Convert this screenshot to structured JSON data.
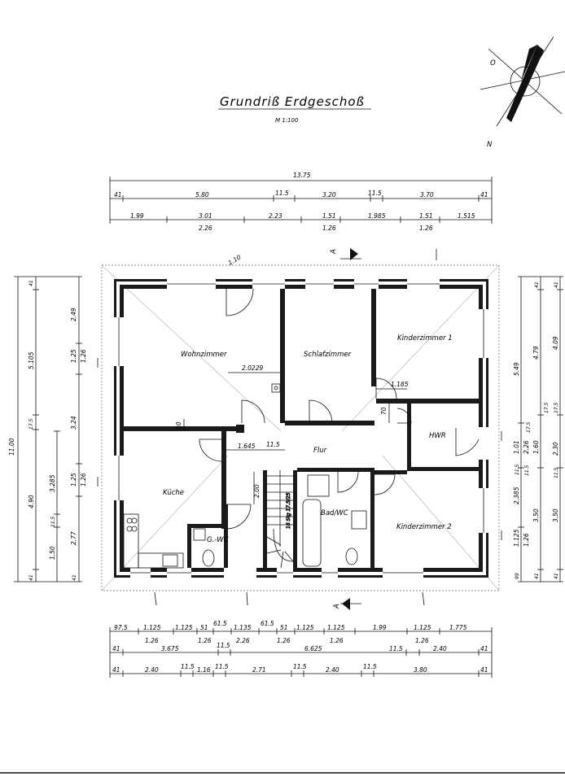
{
  "header": {
    "title": "Grundriß Erdgeschoß",
    "scale": "M 1:100"
  },
  "compass": {
    "north_label": "N",
    "o_label": "O"
  },
  "rooms": {
    "wohnzimmer": "Wohnzimmer",
    "schlafzimmer": "Schlafzimmer",
    "kinderzimmer1": "Kinderzimmer 1",
    "hwr": "HWR",
    "flur": "Flur",
    "kueche": "Küche",
    "gwc": "G.-WC",
    "badwc": "Bad/WC",
    "kinderzimmer2": "Kinderzimmer 2"
  },
  "section_marks": {
    "top": "A",
    "bottom": "A"
  },
  "top_dims": {
    "total": "13.75",
    "row2": [
      "41",
      "5.80",
      "11.5",
      "3.20",
      "11.5",
      "3.70",
      "41"
    ],
    "row3": [
      "1.99",
      "3.01",
      "2.23",
      "1.51",
      "1.985",
      "1.51",
      "1.515"
    ],
    "row3_sub": [
      "2.26",
      "1.26",
      "1.26"
    ]
  },
  "left_dims": {
    "total": "11.00",
    "outer": [
      "41",
      "5.105",
      "17.5",
      "4.90",
      "41"
    ],
    "mid": [
      "3.285",
      "11.5",
      "1.50"
    ],
    "inner": [
      "2.49",
      "1.25",
      "1.26",
      "3.24",
      "1.25",
      "1.26",
      "2.77",
      "41"
    ]
  },
  "right_dims": {
    "a": [
      "5.49",
      "1.01",
      "11.5",
      "2.385",
      "1.125",
      "1.26",
      "99"
    ],
    "b": [
      "41",
      "4.79",
      "2.26",
      "1.60",
      "3.50",
      "41"
    ],
    "c": [
      "41",
      "4.09",
      "17.5",
      "2.30",
      "11.5",
      "3.50",
      "41"
    ],
    "small": [
      "17.5",
      "11.5",
      "17.5"
    ]
  },
  "bottom_dims": {
    "row1": [
      "97.5",
      "1.125",
      "1.125",
      "51",
      "61.5",
      "1.135",
      "61.5",
      "51",
      "1.125",
      "1.125",
      "1.99",
      "1.125",
      "1.775"
    ],
    "row1_sub": [
      "1.26",
      "1.26",
      "2.26",
      "1.26",
      "1.26",
      "1.26"
    ],
    "row2": [
      "41",
      "3.675",
      "11.5",
      "6.625",
      "11.5",
      "2.40",
      "41"
    ],
    "row3": [
      "41",
      "2.40",
      "11.5",
      "1.16",
      "11.5",
      "2.71",
      "11.5",
      "2.40",
      "11.5",
      "3.80",
      "41"
    ]
  },
  "interior_dims": {
    "wohn_width": "2.0229",
    "kinder1": "1.185",
    "d70": "70",
    "d30": "30",
    "flur": "1.645",
    "flur_wall": "11.5",
    "stair": "2.00",
    "top_window": "1.10",
    "stair_steps": "16 Stg 17.5/25"
  }
}
